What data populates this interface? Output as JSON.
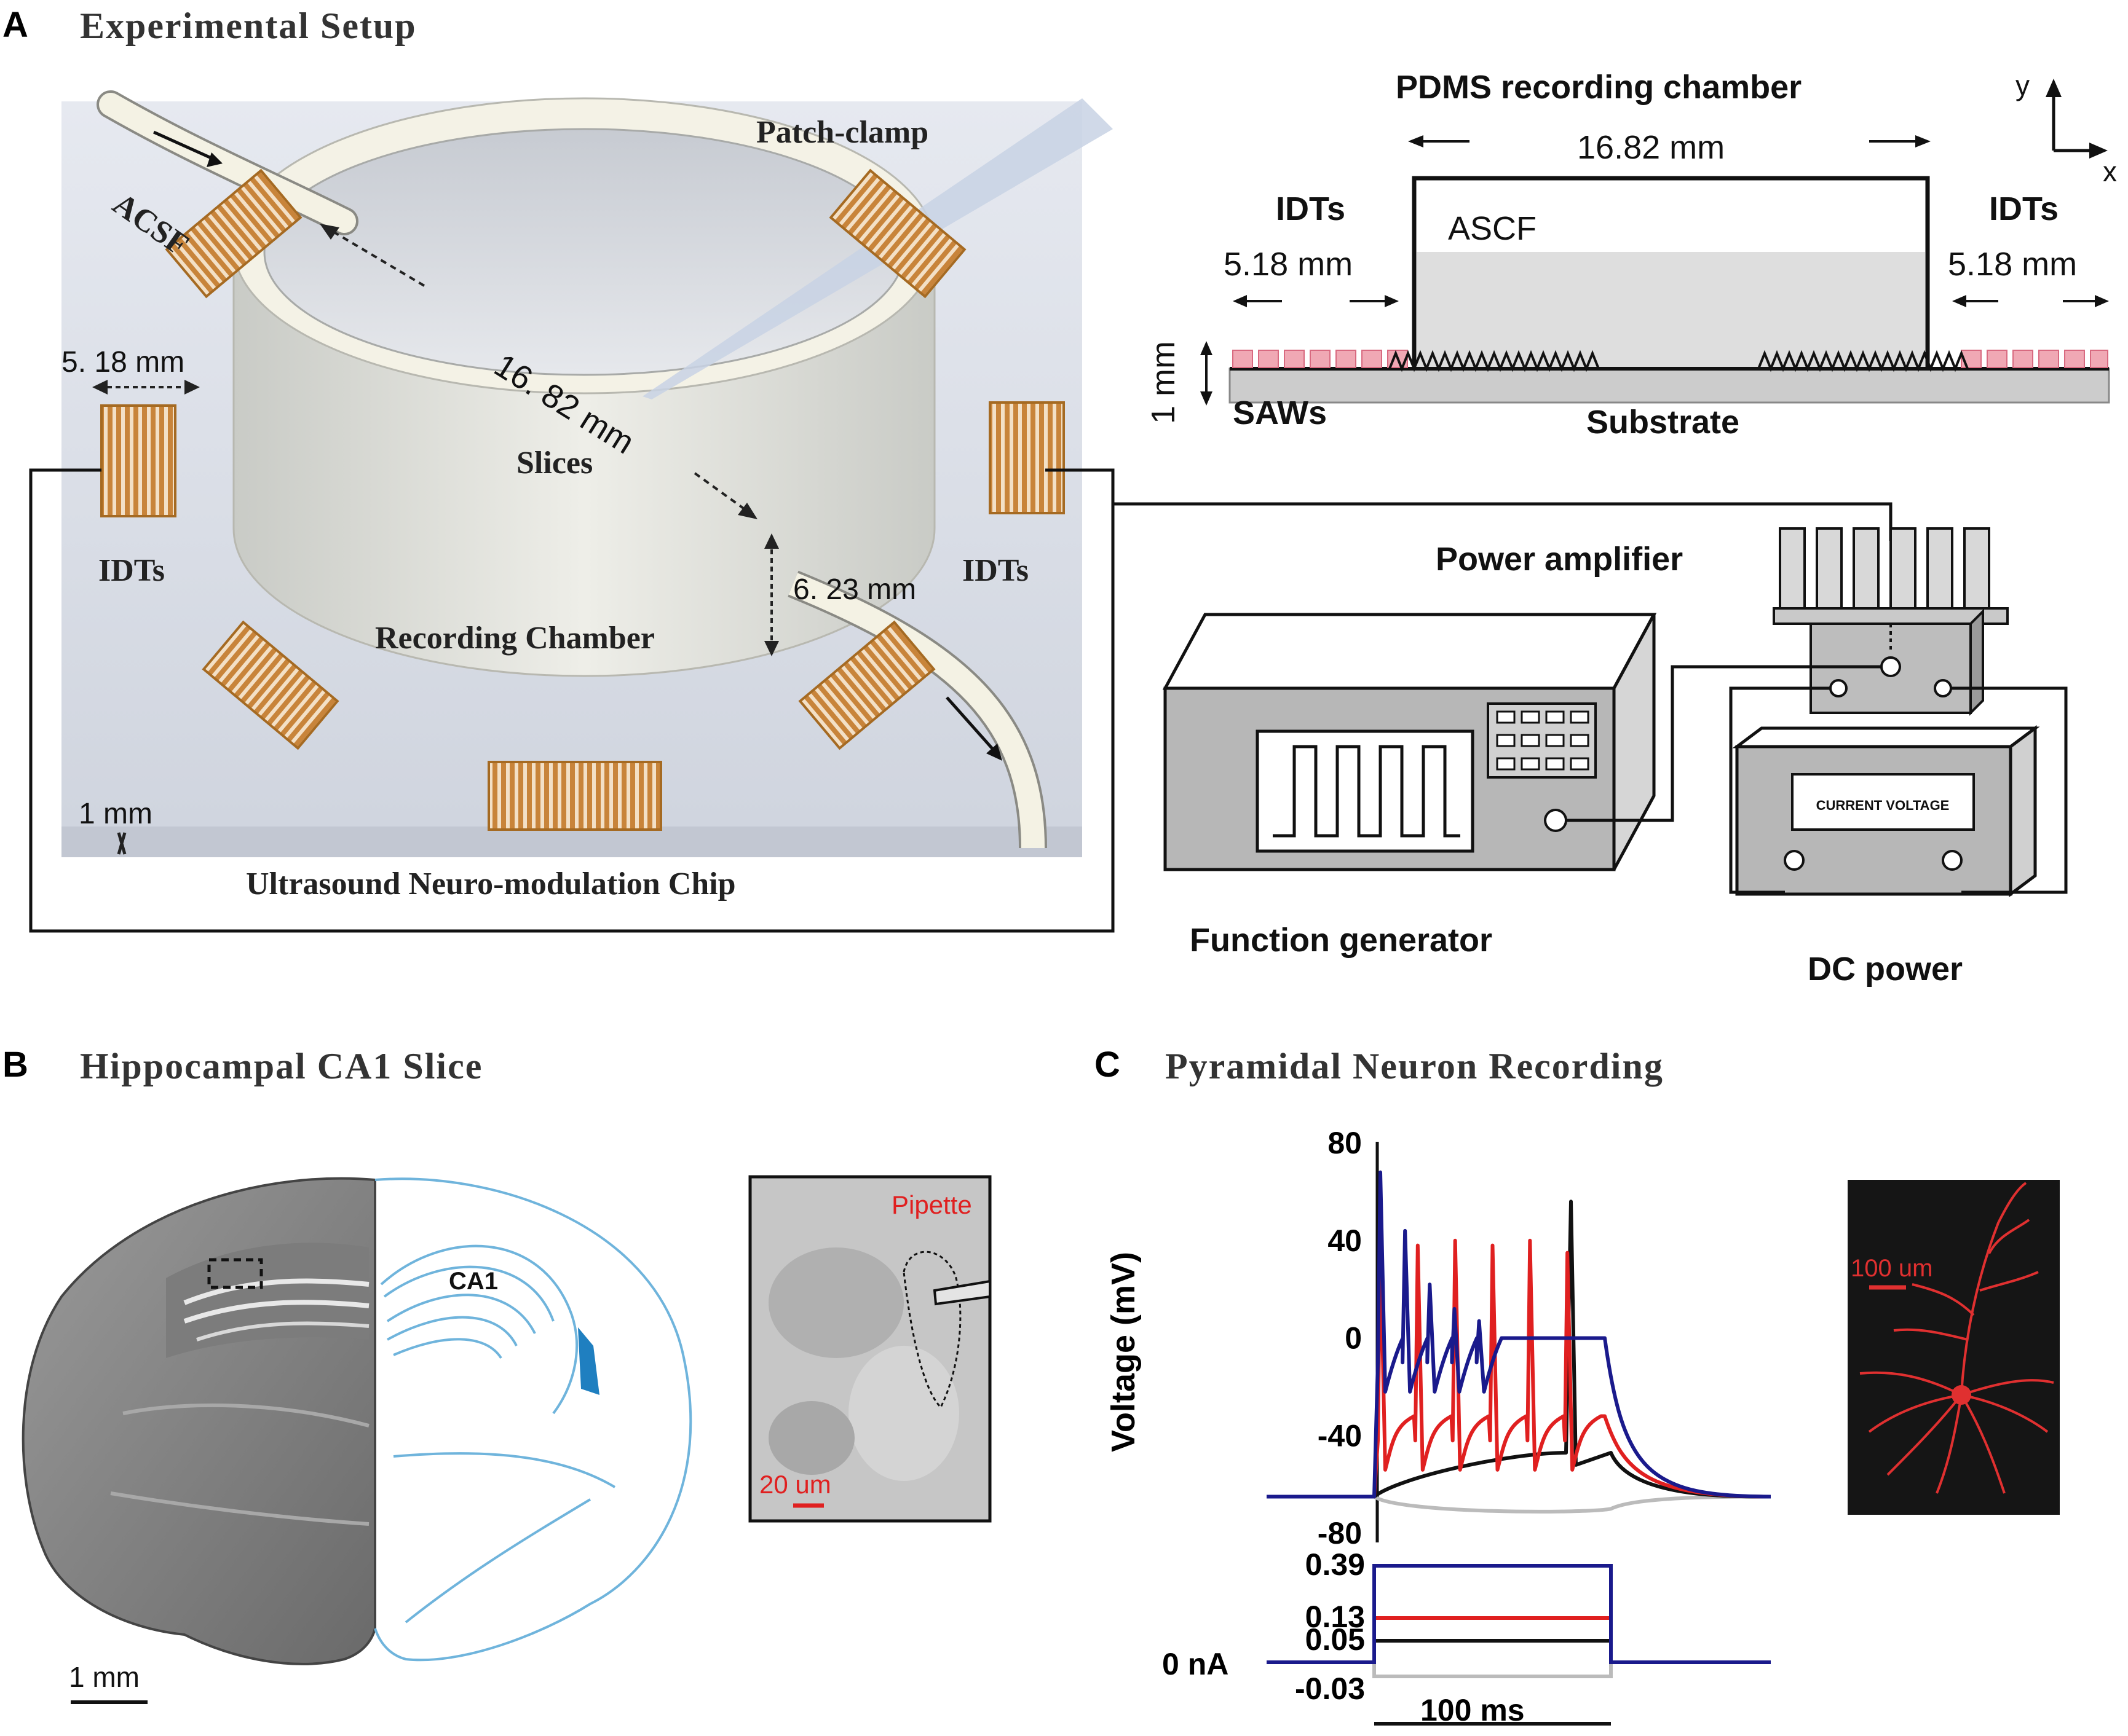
{
  "panels": {
    "A": {
      "letter": "A",
      "title": "Experimental Setup",
      "chip": {
        "label_acsf": "ACSF",
        "label_patch": "Patch-clamp",
        "label_diam": "16. 82 mm",
        "label_slices": "Slices",
        "label_idts_left": "IDTs",
        "label_idts_right": "IDTs",
        "label_idt_width": "5. 18  mm",
        "label_height": "6. 23  mm",
        "label_chamber": "Recording Chamber",
        "label_thick": "1 mm",
        "caption": "Ultrasound Neuro-modulation Chip"
      },
      "cross_section": {
        "title": "PDMS recording chamber",
        "width_label": "16.82 mm",
        "idts_left": "IDTs",
        "idts_right": "IDTs",
        "idt_left_w": "5.18 mm",
        "idt_right_w": "5.18 mm",
        "fluid": "ASCF",
        "thickness": "1 mm",
        "saws": "SAWs",
        "substrate": "Substrate",
        "axis_y": "y",
        "axis_x": "x"
      },
      "instruments": {
        "power_amplifier": "Power amplifier",
        "function_generator": "Function generator",
        "dc_power": "DC power",
        "dc_display": "CURRENT VOLTAGE"
      }
    },
    "B": {
      "letter": "B",
      "title": "Hippocampal CA1 Slice",
      "region": "CA1",
      "scale_left": "1 mm",
      "pipette": "Pipette",
      "scale_inset": "20  um"
    },
    "C": {
      "letter": "C",
      "title": "Pyramidal Neuron Recording",
      "inset_scale": "100  um",
      "time_scale": "100  ms"
    }
  },
  "chart_data": {
    "type": "line",
    "title": "Pyramidal Neuron Recording",
    "ylabel": "Voltage (mV)",
    "yticks": [
      "80",
      "40",
      "0",
      "-40",
      "-80"
    ],
    "ylim": [
      -80,
      80
    ],
    "xlabel": "",
    "x_unit": "ms",
    "resting_mV": -65,
    "stimulus_ms": [
      0,
      100
    ],
    "series": [
      {
        "current_nA": "0.39",
        "color": "#1a1a8c",
        "spike_peaks_mV": [
          68,
          44,
          22,
          12,
          7
        ],
        "plateau_mV": 0
      },
      {
        "current_nA": "0.13",
        "color": "#e02020",
        "spike_peaks_mV": [
          40,
          38,
          40,
          38,
          40,
          35
        ],
        "plateau_mV": -32
      },
      {
        "current_nA": "0.05",
        "color": "#111111",
        "spike_peaks_mV": [
          56
        ],
        "plateau_mV": -47
      },
      {
        "current_nA": "-0.03",
        "color": "#bbbbbb",
        "spike_peaks_mV": [],
        "plateau_mV": -72
      }
    ],
    "current_steps": {
      "labels": [
        "0.39",
        "0.13",
        "0.05",
        "-0.03"
      ],
      "zero_label": "0  nA"
    }
  }
}
